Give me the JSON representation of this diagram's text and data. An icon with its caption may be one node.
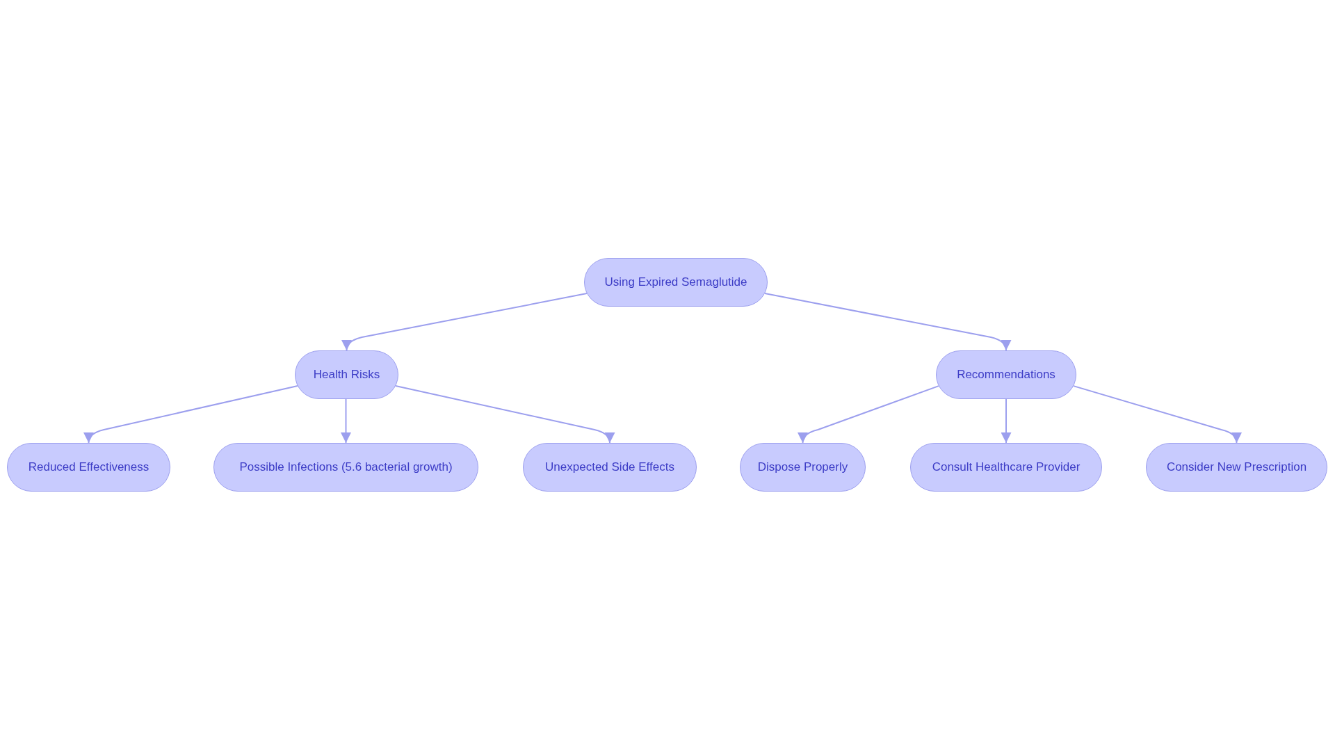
{
  "diagram": {
    "nodes": [
      {
        "text": [
          "Using Expired Semaglutide"
        ]
      },
      {
        "text": [
          "Health Risks"
        ]
      },
      {
        "text": [
          "Reduced Effectiveness"
        ]
      },
      {
        "text": [
          "Possible Infections (5.6 bacterial growth)"
        ]
      },
      {
        "text": [
          "Unexpected Side Effects"
        ]
      },
      {
        "text": [
          "Recommendations"
        ]
      },
      {
        "text": [
          "Dispose Properly"
        ]
      },
      {
        "text": [
          "Consult Healthcare Provider"
        ]
      },
      {
        "text": [
          "Consider New Prescription"
        ]
      }
    ],
    "edges": [
      {
        "from": 0,
        "to": 1,
        "arrow": "to"
      },
      {
        "from": 0,
        "to": 5,
        "arrow": "to"
      },
      {
        "from": 1,
        "to": 2,
        "arrow": "to"
      },
      {
        "from": 1,
        "to": 3,
        "arrow": "to"
      },
      {
        "from": 1,
        "to": 4,
        "arrow": "to"
      },
      {
        "from": 5,
        "to": 6,
        "arrow": "to"
      },
      {
        "from": 5,
        "to": 7,
        "arrow": "to"
      },
      {
        "from": 5,
        "to": 8,
        "arrow": "to"
      }
    ]
  }
}
